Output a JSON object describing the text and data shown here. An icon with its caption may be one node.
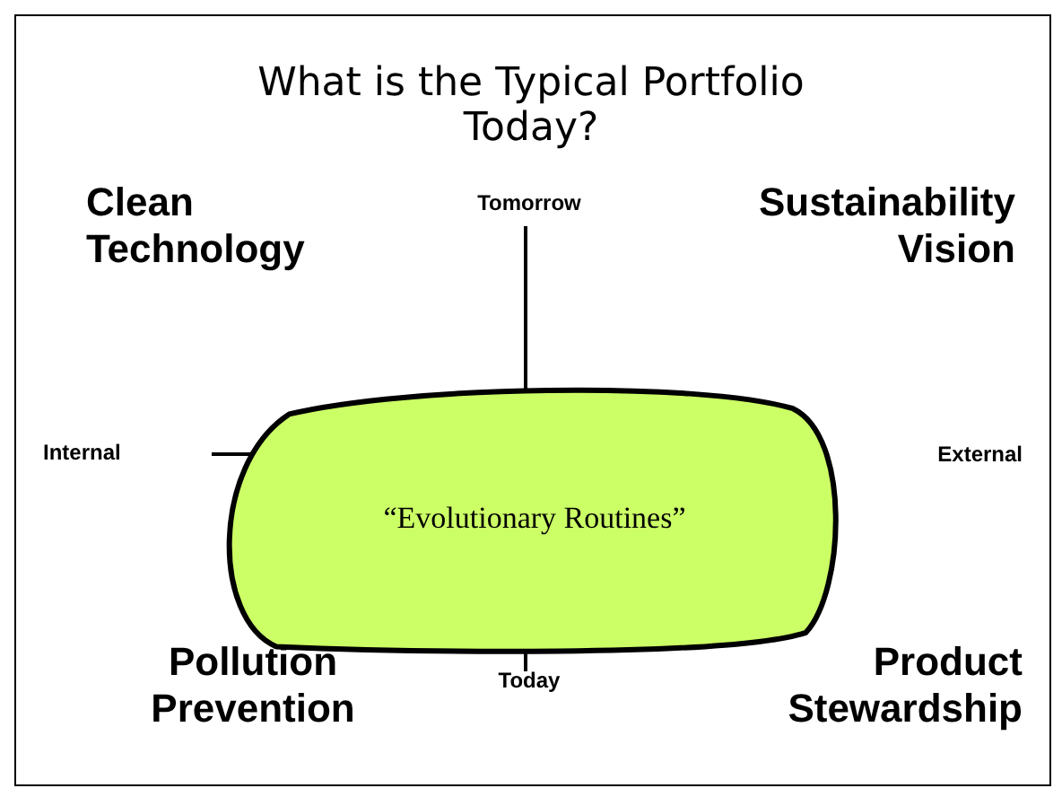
{
  "diagram": {
    "title": "What is the Typical Portfolio Today?",
    "nodes": [
      {
        "text": [
          "“Evolutionary Routines”"
        ]
      }
    ],
    "labels": [
      "Clean Technology",
      "Tomorrow",
      "Sustainability Vision",
      "Internal",
      "External",
      "Pollution Prevention",
      "Today",
      "Product Stewardship"
    ]
  }
}
